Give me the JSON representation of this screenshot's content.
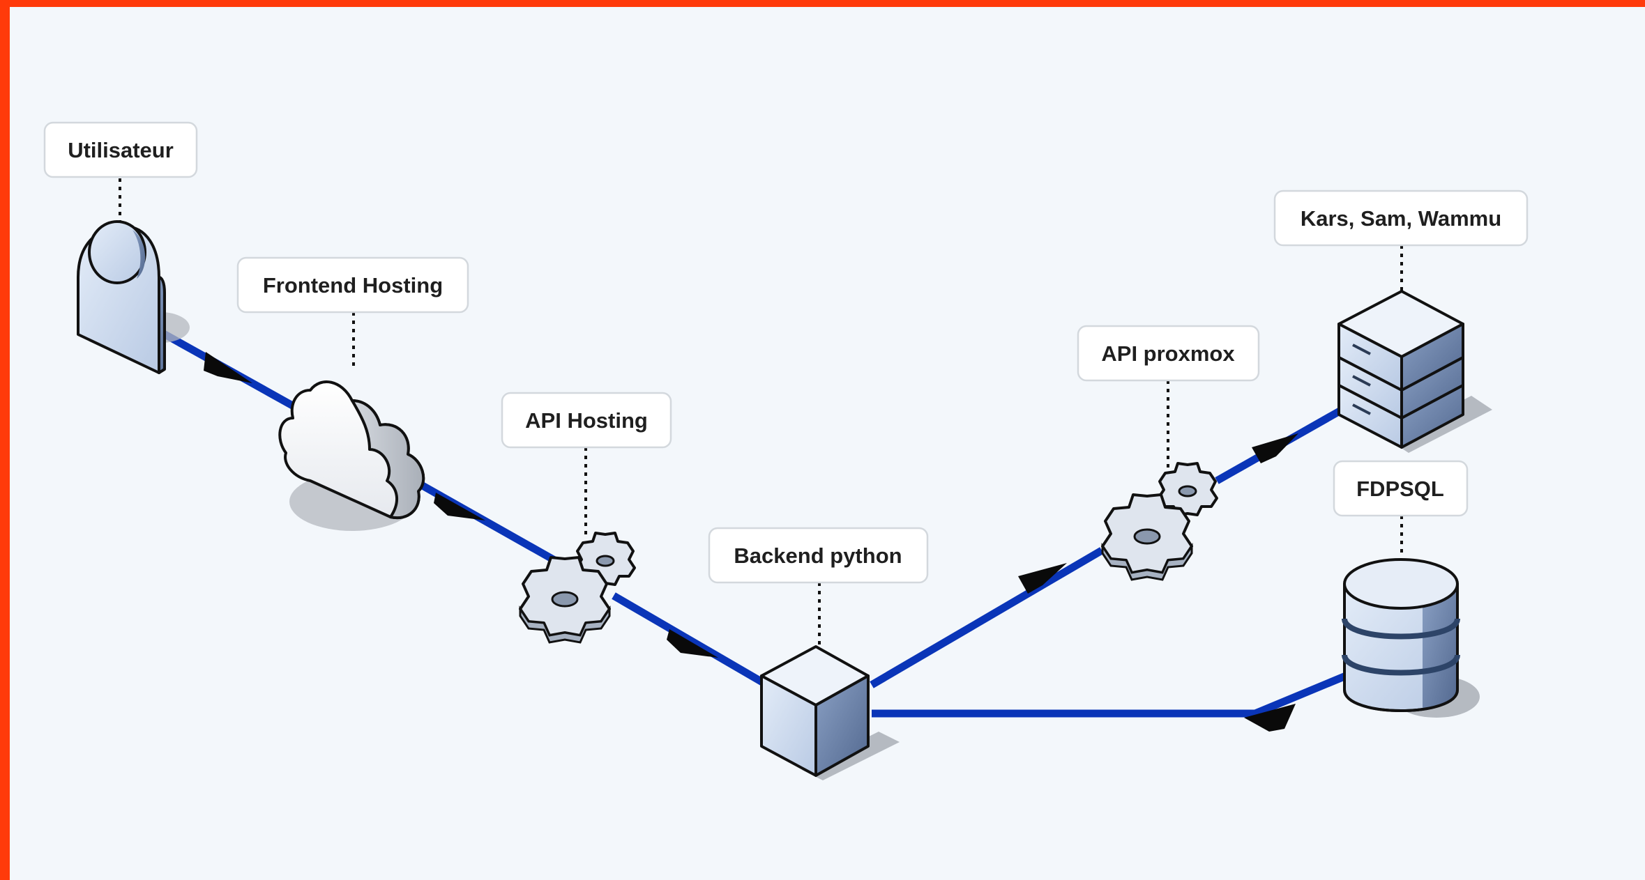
{
  "colors": {
    "frame": "#ff3a0a",
    "background": "#f3f7fb",
    "connection": "#0a35b8",
    "arrowhead": "#0a0a0a",
    "icon_light": "#cfdcee",
    "icon_dark": "#6f86ad"
  },
  "nodes": [
    {
      "id": "user",
      "label": "Utilisateur",
      "icon": "user-icon"
    },
    {
      "id": "frontend",
      "label": "Frontend Hosting",
      "icon": "cloud-icon"
    },
    {
      "id": "api_hosting",
      "label": "API Hosting",
      "icon": "gears-icon"
    },
    {
      "id": "backend",
      "label": "Backend python",
      "icon": "cube-icon"
    },
    {
      "id": "api_proxmox",
      "label": "API proxmox",
      "icon": "gears-icon"
    },
    {
      "id": "servers",
      "label": "Kars, Sam, Wammu",
      "icon": "server-rack-icon"
    },
    {
      "id": "database",
      "label": "FDPSQL",
      "icon": "database-icon"
    }
  ],
  "edges": [
    {
      "from": "user",
      "to": "frontend"
    },
    {
      "from": "frontend",
      "to": "api_hosting"
    },
    {
      "from": "api_hosting",
      "to": "backend"
    },
    {
      "from": "backend",
      "to": "api_proxmox"
    },
    {
      "from": "api_proxmox",
      "to": "servers"
    },
    {
      "from": "backend",
      "to": "database"
    }
  ]
}
